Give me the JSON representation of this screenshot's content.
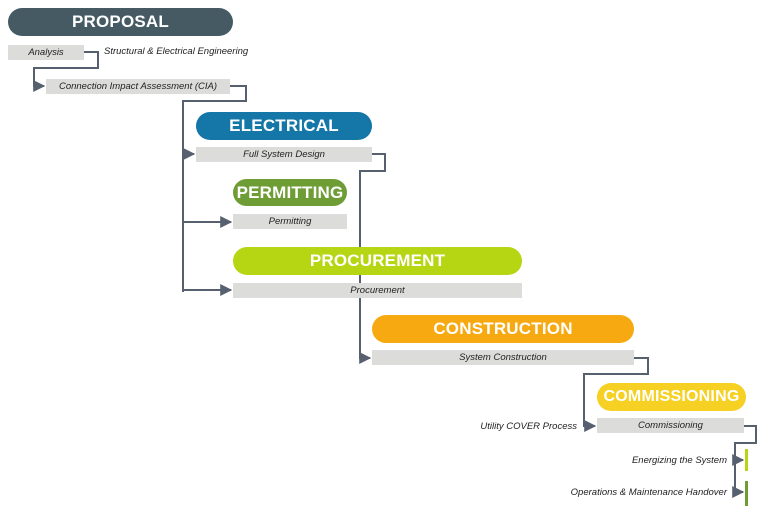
{
  "phases": {
    "proposal": "PROPOSAL",
    "electrical": "ELECTRICAL",
    "permitting": "PERMITTING",
    "procurement": "PROCUREMENT",
    "construction": "CONSTRUCTION",
    "commissioning": "COMMISSIONING"
  },
  "tasks": {
    "analysis": "Analysis",
    "cia": "Connection Impact Assessment (CIA)",
    "full_system_design": "Full System Design",
    "permitting": "Permitting",
    "procurement": "Procurement",
    "system_construction": "System Construction",
    "commissioning": "Commissioning"
  },
  "labels": {
    "structural_electrical": "Structural & Electrical Engineering",
    "utility_cover": "Utility COVER Process",
    "energizing": "Energizing the System",
    "om_handover": "Operations & Maintenance Handover"
  },
  "colors": {
    "proposal": "#465a64",
    "electrical": "#1477a8",
    "permitting": "#6e9d35",
    "procurement": "#b6d513",
    "construction": "#f7a912",
    "commissioning": "#f6d022",
    "task_bar": "#dcdcda",
    "connector": "#56606f",
    "milestone_energizing": "#b6d513",
    "milestone_om": "#6e9d35"
  }
}
